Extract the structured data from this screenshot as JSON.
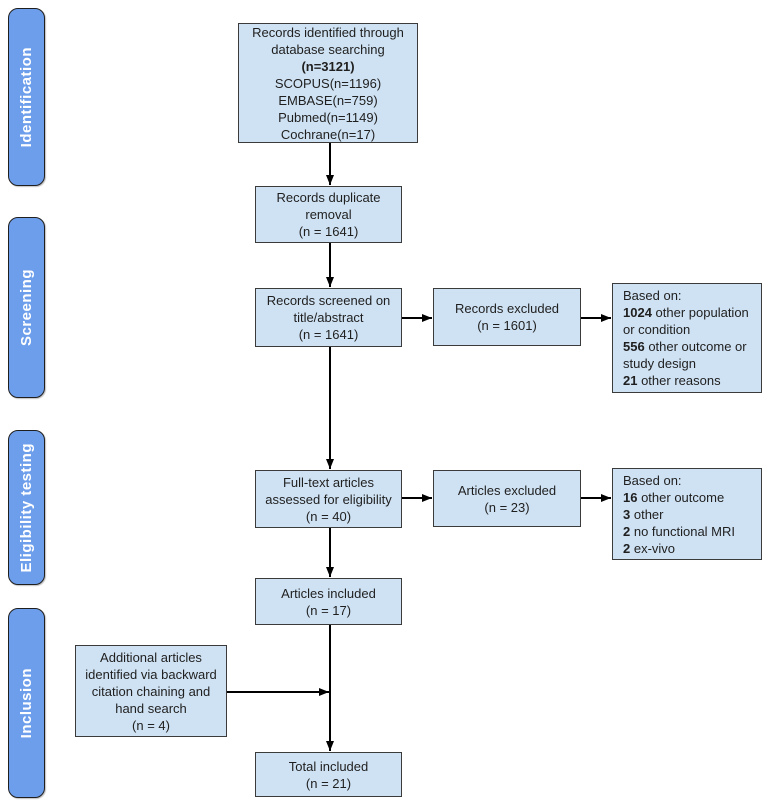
{
  "colors": {
    "box_fill": "#cfe2f3",
    "box_border": "#3b3b3b",
    "stage_fill": "#6d9eeb",
    "stage_border": "#1f1f1f",
    "text": "#1f1f1f",
    "arrow": "#000000"
  },
  "stages": [
    {
      "label": "Identification"
    },
    {
      "label": "Screening"
    },
    {
      "label": "Eligibility testing"
    },
    {
      "label": "Inclusion"
    }
  ],
  "boxes": {
    "identified": {
      "line1": "Records identified through",
      "line2": "database searching",
      "n_bold": "(n=3121)",
      "source1": "SCOPUS(n=1196)",
      "source2": "EMBASE(n=759)",
      "source3": "Pubmed(n=1149)",
      "source4": "Cochrane(n=17)"
    },
    "duplicates": {
      "line1": "Records duplicate",
      "line2": "removal",
      "n": "(n = 1641)"
    },
    "screened": {
      "line1": "Records screened on",
      "line2": "title/abstract",
      "n": "(n = 1641)"
    },
    "records_excluded": {
      "line1": "Records excluded",
      "n": "(n = 1601)"
    },
    "screening_reasons": {
      "title": "Based on:",
      "items": [
        {
          "num": "1024",
          "text": " other population or condition"
        },
        {
          "num": "556",
          "text": " other outcome or study design"
        },
        {
          "num": "21",
          "text": " other reasons"
        }
      ]
    },
    "fulltext": {
      "line1": "Full-text articles",
      "line2": "assessed for eligibility",
      "n": "(n = 40)"
    },
    "articles_excluded": {
      "line1": "Articles excluded",
      "n": "(n = 23)"
    },
    "eligibility_reasons": {
      "title": "Based on:",
      "items": [
        {
          "num": "16",
          "text": " other outcome"
        },
        {
          "num": "3",
          "text": " other"
        },
        {
          "num": "2",
          "text": " no functional MRI"
        },
        {
          "num": "2",
          "text": " ex-vivo"
        }
      ]
    },
    "included": {
      "line1": "Articles included",
      "n": "(n = 17)"
    },
    "additional": {
      "line1": "Additional articles",
      "line2": "identified via backward",
      "line3": "citation chaining and",
      "line4": "hand search",
      "n": "(n = 4)"
    },
    "total": {
      "line1": "Total included",
      "n": "(n = 21)"
    }
  }
}
